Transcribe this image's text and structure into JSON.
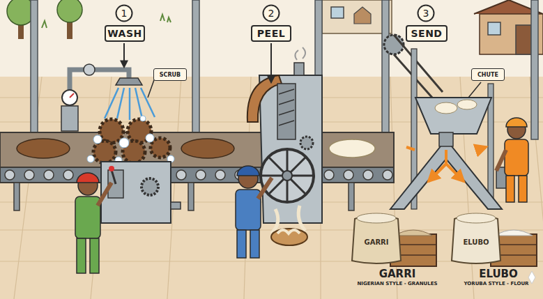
{
  "diagram": {
    "nodes": [
      {
        "text": [
          "1"
        ]
      },
      {
        "text": [
          "WASH"
        ]
      },
      {
        "text": [
          "SCRUB"
        ]
      },
      {
        "text": [
          "2"
        ]
      },
      {
        "text": [
          "PEEL"
        ]
      },
      {
        "text": [
          "3"
        ]
      },
      {
        "text": [
          "SEND"
        ]
      },
      {
        "text": [
          "CHUTE"
        ]
      },
      {
        "text": [
          "GARRI"
        ]
      },
      {
        "text": [
          "ELUBO"
        ]
      }
    ],
    "labels": [
      "GARRI",
      "NIGERIAN STYLE - GRANULES",
      "ELUBO",
      "YORUBA STYLE - FLOUR"
    ]
  }
}
